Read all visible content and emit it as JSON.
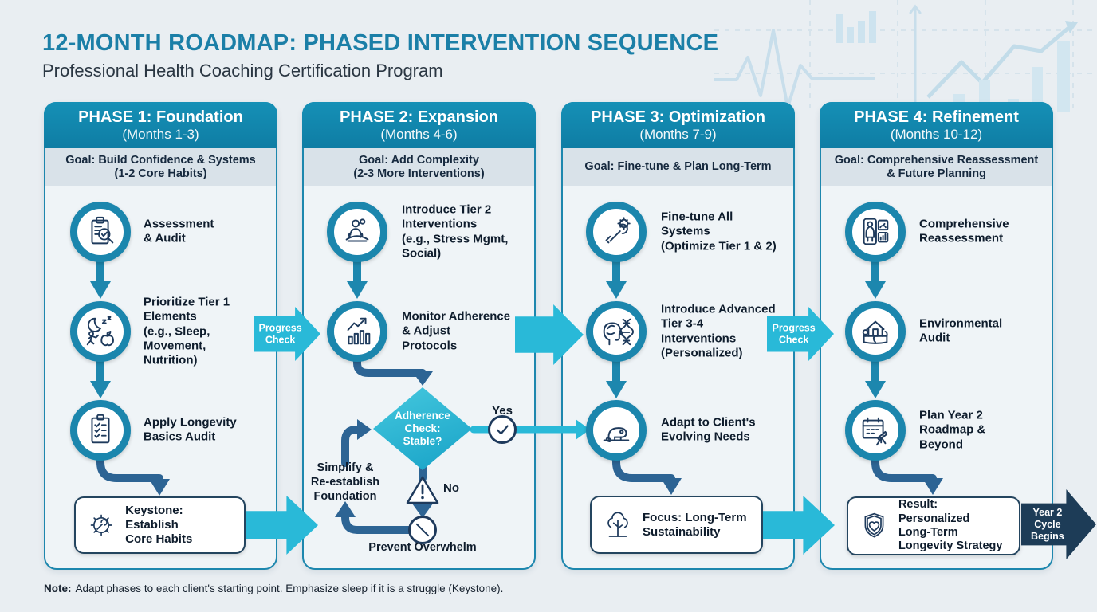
{
  "title": "12-MONTH ROADMAP: PHASED INTERVENTION SEQUENCE",
  "subtitle": "Professional Health Coaching Certification Program",
  "note": {
    "label": "Note:",
    "text": "Adapt phases to each client's starting point. Emphasize sleep if it is a struggle (Keystone)."
  },
  "colors": {
    "header_teal": "#1286ad",
    "accent_cyan": "#29b9d8",
    "connector_navy": "#2d6494",
    "dark_navy": "#1d3c57",
    "title_teal": "#1b7fa7",
    "goal_bar": "#d9e2e9",
    "background": "#e9eef2",
    "icon_stroke": "#1e3a5c"
  },
  "phases": [
    {
      "header": {
        "title": "PHASE 1: Foundation",
        "months": "(Months 1-3)"
      },
      "goal": "Goal: Build Confidence & Systems\n(1-2 Core Habits)",
      "steps": [
        {
          "icon": "clipboard-magnifier-icon",
          "label": "Assessment\n& Audit"
        },
        {
          "icon": "sleep-movement-nutrition-icon",
          "label": "Prioritize Tier 1\nElements\n(e.g., Sleep,\nMovement,\nNutrition)"
        },
        {
          "icon": "checklist-icon",
          "label": "Apply Longevity\nBasics Audit"
        }
      ],
      "result": {
        "icon": "gear-wrench-icon",
        "label": "Keystone: Establish\nCore Habits"
      }
    },
    {
      "header": {
        "title": "PHASE 2: Expansion",
        "months": "(Months 4-6)"
      },
      "goal": "Goal: Add Complexity\n(2-3 More Interventions)",
      "steps": [
        {
          "icon": "meditation-icon",
          "label": "Introduce Tier 2\nInterventions\n(e.g., Stress Mgmt,\nSocial)"
        },
        {
          "icon": "chart-up-icon",
          "label": "Monitor Adherence\n& Adjust\nProtocols"
        }
      ],
      "decision": {
        "label": "Adherence\nCheck:\nStable?",
        "yes": "Yes",
        "no": "No"
      },
      "simplify": "Simplify &\nRe-establish\nFoundation",
      "prevent": "Prevent Overwhelm"
    },
    {
      "header": {
        "title": "PHASE 3: Optimization",
        "months": "(Months 7-9)"
      },
      "goal": "Goal: Fine-tune & Plan Long-Term",
      "steps": [
        {
          "icon": "tools-icon",
          "label": "Fine-tune All\nSystems\n(Optimize Tier 1 & 2)"
        },
        {
          "icon": "brain-dna-icon",
          "label": "Introduce Advanced\nTier 3-4\nInterventions\n(Personalized)"
        },
        {
          "icon": "chameleon-icon",
          "label": "Adapt to Client's\nEvolving Needs"
        }
      ],
      "result": {
        "icon": "tree-icon",
        "label": "Focus: Long-Term\nSustainability"
      }
    },
    {
      "header": {
        "title": "PHASE 4: Refinement",
        "months": "(Months 10-12)"
      },
      "goal": "Goal: Comprehensive Reassessment\n& Future Planning",
      "steps": [
        {
          "icon": "body-scan-icon",
          "label": "Comprehensive\nReassessment"
        },
        {
          "icon": "environment-icon",
          "label": "Environmental\nAudit"
        },
        {
          "icon": "calendar-telescope-icon",
          "label": "Plan Year 2\nRoadmap &\nBeyond"
        }
      ],
      "result": {
        "icon": "shield-heart-icon",
        "label": "Result: Personalized\nLong-Term\nLongevity Strategy"
      }
    }
  ],
  "connectors": {
    "progress_check_1": "Progress\nCheck",
    "progress_check_2": "Progress\nCheck",
    "year2": "Year 2\nCycle\nBegins"
  }
}
